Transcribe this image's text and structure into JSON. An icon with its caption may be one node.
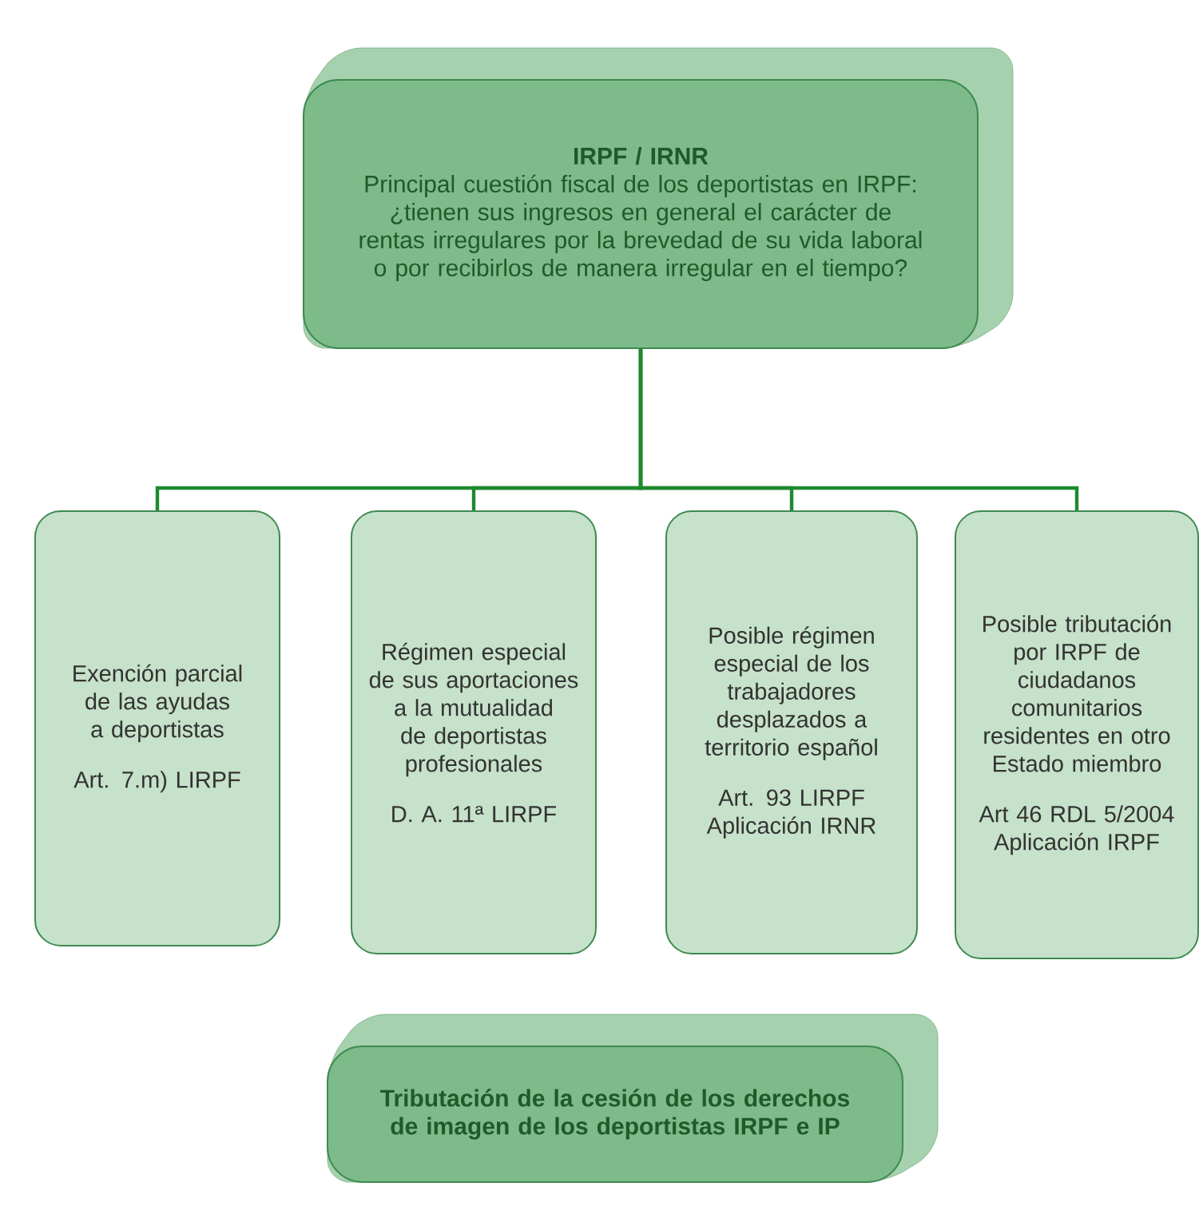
{
  "diagram": {
    "nodes": [
      {
        "text": [
          "IRPF / IRNR",
          "Principal cuestión fiscal de los deportistas en IRPF: ¿tienen sus ingresos en general el carácter de rentas irregulares por la brevedad de su vida laboral o por recibirlos de manera irregular en el tiempo?"
        ]
      },
      {
        "text": [
          "Exención parcial de las ayudas a deportistas",
          "Art. 7.m) LIRPF"
        ]
      },
      {
        "text": [
          "Régimen especial de sus aportaciones a la mutualidad de deportistas profesionales",
          "D. A. 11ª LIRPF"
        ]
      },
      {
        "text": [
          "Posible régimen especial de los trabajadores desplazados a territorio español",
          "Art. 93 LIRPF Aplicación IRNR"
        ]
      },
      {
        "text": [
          "Posible tributación por IRPF de ciudadanos comunitarios residentes en otro Estado miembro",
          "Art 46 RDL 5/2004 Aplicación IRPF"
        ]
      },
      {
        "text": [
          "Tributación de la cesión de los derechos de imagen de los deportistas IRPF e IP"
        ]
      }
    ],
    "edges": [
      {
        "from": 0,
        "to": 1,
        "arrow": "none"
      },
      {
        "from": 0,
        "to": 2,
        "arrow": "none"
      },
      {
        "from": 0,
        "to": 3,
        "arrow": "none"
      },
      {
        "from": 0,
        "to": 4,
        "arrow": "none"
      }
    ]
  }
}
